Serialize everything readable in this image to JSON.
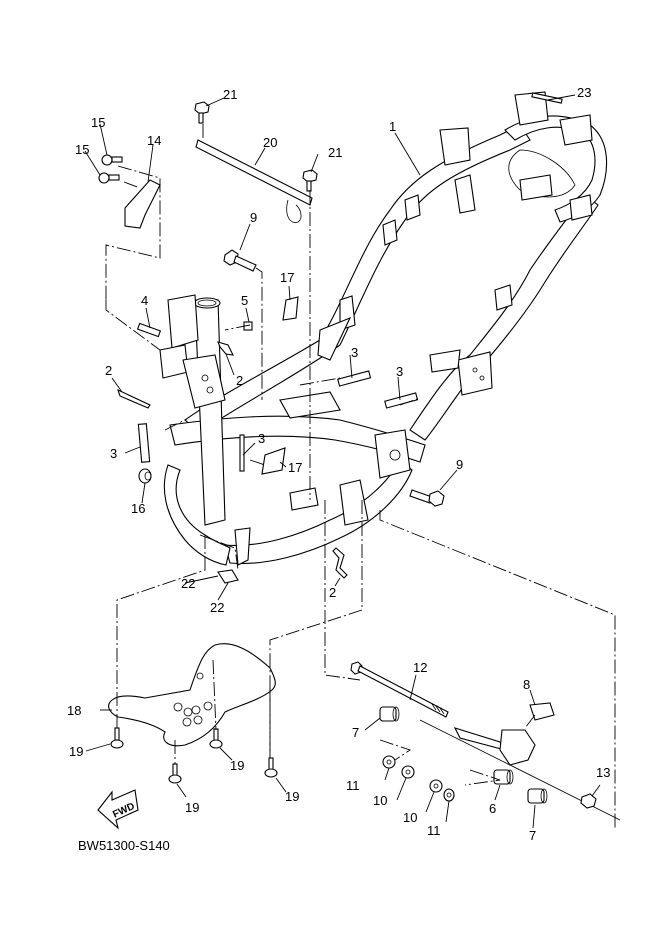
{
  "diagram": {
    "title": "Frame exploded parts diagram",
    "code": "BW51300-S140",
    "direction_indicator": "FWD",
    "callouts": [
      {
        "id": "c1",
        "number": "1",
        "part": "frame"
      },
      {
        "id": "c2a",
        "number": "2",
        "part": "clip"
      },
      {
        "id": "c2b",
        "number": "2",
        "part": "clip"
      },
      {
        "id": "c2c",
        "number": "2",
        "part": "clip"
      },
      {
        "id": "c3a",
        "number": "3",
        "part": "damper"
      },
      {
        "id": "c3b",
        "number": "3",
        "part": "damper"
      },
      {
        "id": "c3c",
        "number": "3",
        "part": "damper"
      },
      {
        "id": "c3d",
        "number": "3",
        "part": "damper"
      },
      {
        "id": "c4",
        "number": "4",
        "part": "damper"
      },
      {
        "id": "c5",
        "number": "5",
        "part": "cap"
      },
      {
        "id": "c6",
        "number": "6",
        "part": "collar"
      },
      {
        "id": "c7a",
        "number": "7",
        "part": "bushing"
      },
      {
        "id": "c7b",
        "number": "7",
        "part": "bushing"
      },
      {
        "id": "c8",
        "number": "8",
        "part": "damper"
      },
      {
        "id": "c9a",
        "number": "9",
        "part": "bolt"
      },
      {
        "id": "c9b",
        "number": "9",
        "part": "bolt"
      },
      {
        "id": "c10a",
        "number": "10",
        "part": "nut"
      },
      {
        "id": "c10b",
        "number": "10",
        "part": "nut"
      },
      {
        "id": "c11a",
        "number": "11",
        "part": "washer"
      },
      {
        "id": "c11b",
        "number": "11",
        "part": "washer"
      },
      {
        "id": "c12",
        "number": "12",
        "part": "engine mount bolt"
      },
      {
        "id": "c13",
        "number": "13",
        "part": "nut"
      },
      {
        "id": "c14",
        "number": "14",
        "part": "bracket"
      },
      {
        "id": "c15a",
        "number": "15",
        "part": "bolt"
      },
      {
        "id": "c15b",
        "number": "15",
        "part": "bolt"
      },
      {
        "id": "c16",
        "number": "16",
        "part": "grommet"
      },
      {
        "id": "c17a",
        "number": "17",
        "part": "damper"
      },
      {
        "id": "c17b",
        "number": "17",
        "part": "damper"
      },
      {
        "id": "c18",
        "number": "18",
        "part": "footrest plate"
      },
      {
        "id": "c19a",
        "number": "19",
        "part": "bolt"
      },
      {
        "id": "c19b",
        "number": "19",
        "part": "bolt"
      },
      {
        "id": "c19c",
        "number": "19",
        "part": "bolt"
      },
      {
        "id": "c19d",
        "number": "19",
        "part": "bolt"
      },
      {
        "id": "c20",
        "number": "20",
        "part": "stay"
      },
      {
        "id": "c21a",
        "number": "21",
        "part": "bolt"
      },
      {
        "id": "c21b",
        "number": "21",
        "part": "bolt"
      },
      {
        "id": "c22a",
        "number": "22",
        "part": "clip"
      },
      {
        "id": "c22b",
        "number": "22",
        "part": "clip"
      },
      {
        "id": "c23",
        "number": "23",
        "part": "damper"
      }
    ]
  }
}
